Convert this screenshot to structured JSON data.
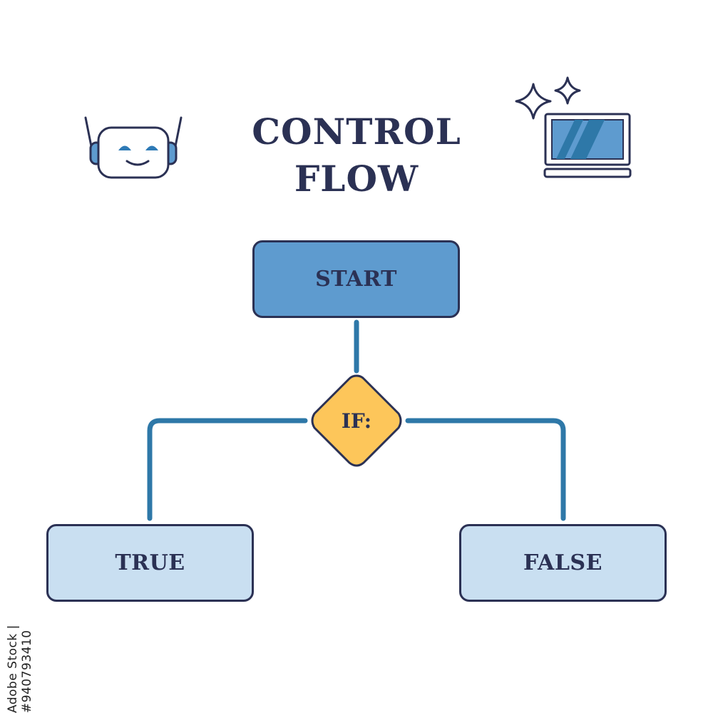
{
  "title": {
    "line1": "CONTROL",
    "line2": "FLOW"
  },
  "nodes": {
    "start": "START",
    "decision": "IF:",
    "true": "TRUE",
    "false": "FALSE"
  },
  "icons": {
    "left": "robot-head-icon",
    "right": "laptop-icon",
    "sparkles": "sparkle-icon"
  },
  "colors": {
    "outline": "#2b3154",
    "start_fill": "#5e9bcf",
    "result_fill": "#c9dff1",
    "decision_fill": "#fdc65a",
    "connector": "#2e78a8",
    "accent_blue": "#2e7ab6"
  },
  "watermark": {
    "text": "Adobe Stock | #940793410"
  }
}
